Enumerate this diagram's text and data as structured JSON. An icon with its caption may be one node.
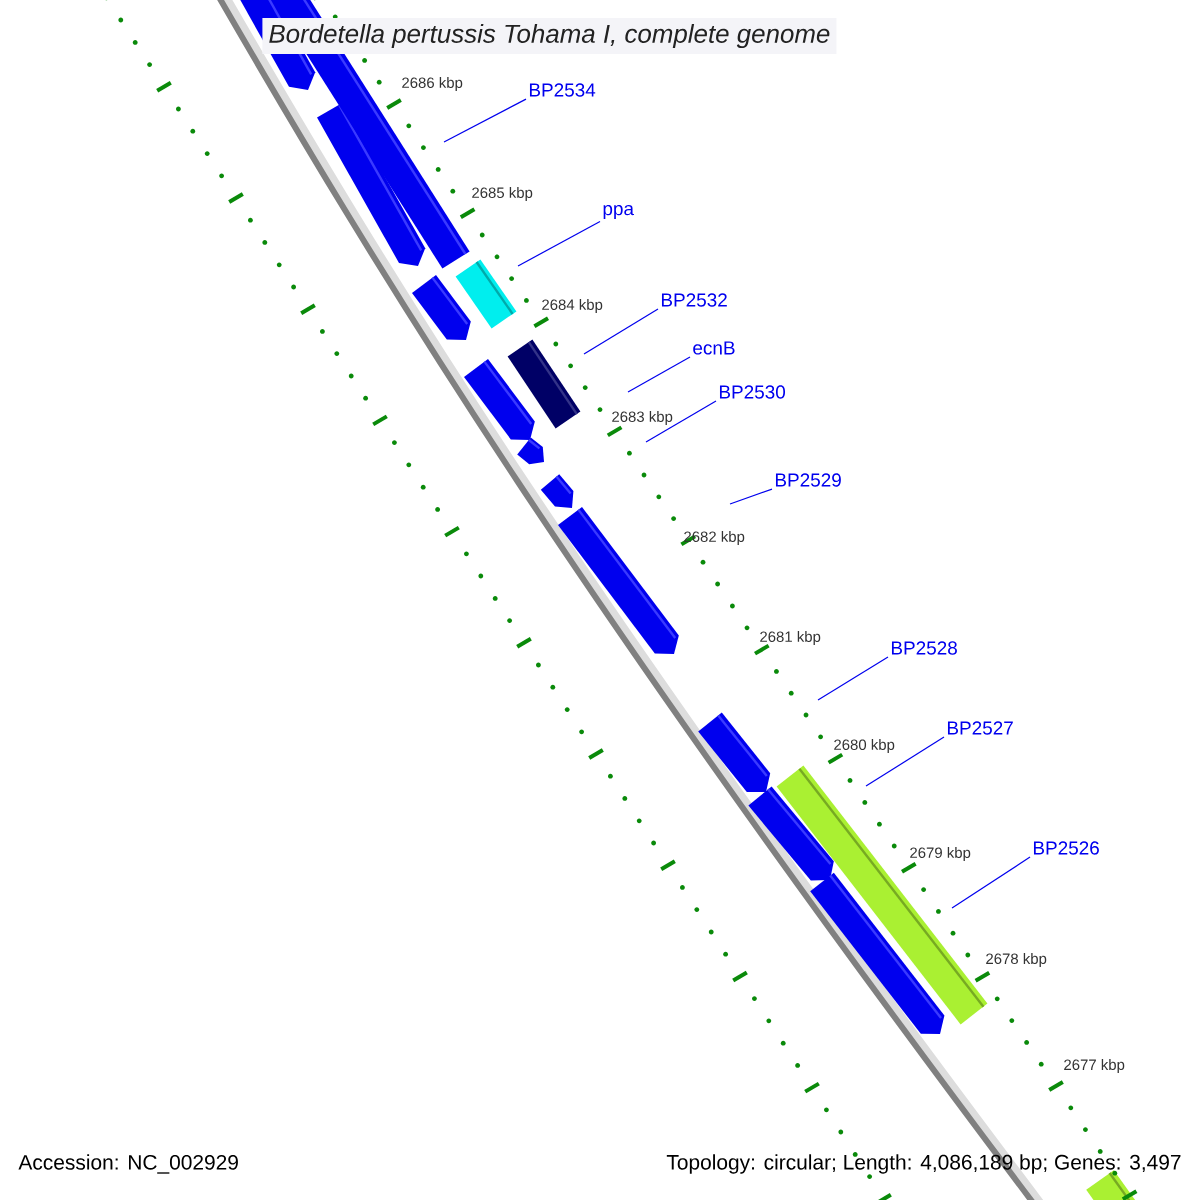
{
  "diagram": {
    "title": "Bordetella pertussis Tohama I, complete genome",
    "nodes": [
      {
        "text": [
          "BP2534"
        ]
      },
      {
        "text": [
          "ppa"
        ]
      },
      {
        "text": [
          "BP2532"
        ]
      },
      {
        "text": [
          "ecnB"
        ]
      },
      {
        "text": [
          "BP2530"
        ]
      },
      {
        "text": [
          "BP2529"
        ]
      },
      {
        "text": [
          "BP2528"
        ]
      },
      {
        "text": [
          "BP2527"
        ]
      },
      {
        "text": [
          "BP2526"
        ]
      }
    ],
    "edges": [
      {
        "from": 0,
        "to": null,
        "arrow": "none"
      },
      {
        "from": 1,
        "to": null,
        "arrow": "none"
      },
      {
        "from": 2,
        "to": null,
        "arrow": "none"
      },
      {
        "from": 3,
        "to": null,
        "arrow": "none"
      },
      {
        "from": 4,
        "to": null,
        "arrow": "none"
      },
      {
        "from": 5,
        "to": null,
        "arrow": "none"
      },
      {
        "from": 6,
        "to": null,
        "arrow": "none"
      },
      {
        "from": 7,
        "to": null,
        "arrow": "none"
      },
      {
        "from": 8,
        "to": null,
        "arrow": "none"
      }
    ],
    "labels": [
      "2686 kbp",
      "2685 kbp",
      "2684 kbp",
      "2683 kbp",
      "2682 kbp",
      "2681 kbp",
      "2680 kbp",
      "2679 kbp",
      "2678 kbp",
      "2677 kbp",
      "Accession: NC_002929",
      "Topology: circular; Length: 4,086,189 bp; Genes: 3,497"
    ]
  }
}
